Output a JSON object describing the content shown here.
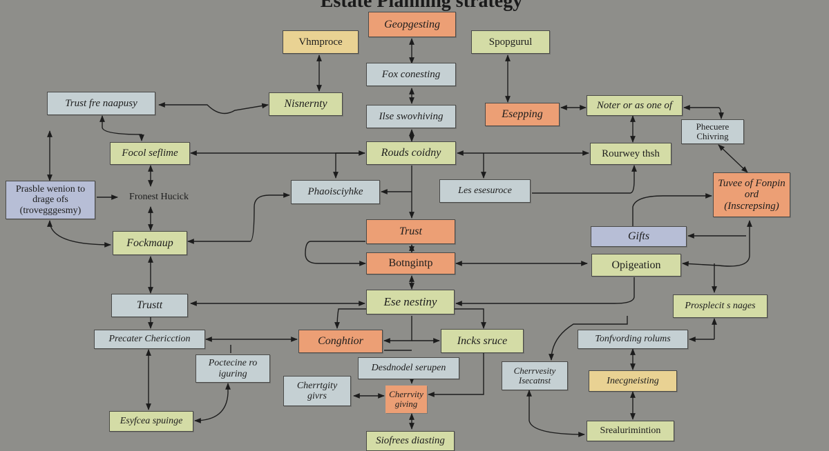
{
  "title": "Estate Planning strategy",
  "colors": {
    "background": "#8e8e8a",
    "green_box": "#d4dca6",
    "blue_box": "#c5d0d3",
    "orange_box": "#ec9f75",
    "yellow_box": "#e9d293",
    "lavender_box": "#b7bed6"
  },
  "nodes": {
    "geopgesting": "Geopgesting",
    "vhmproce": "Vhmproce",
    "spopgurul": "Spopgurul",
    "fox_conesting": "Fox conesting",
    "trust_fre": "Trust fre naapusy",
    "nisnernty": "Nisnernty",
    "ilse": "Ilse swovhiving",
    "esepping": "Esepping",
    "noter": "Noter or as one of",
    "phecuere": "Phecuere Chivring",
    "focol": "Focol seflime",
    "rouds": "Rouds coidny",
    "rourwey": "Rourwey thsh",
    "prasble": "Prasble wenion to drage ofs (trovegggesmy)",
    "fronest": "Fronest Hucick",
    "phaoisciyhke": "Phaoisciyhke",
    "les": "Les esesuroce",
    "tuvee": "Tuvee of Fonpin ord (Inscrepsing)",
    "trust_main": "Trust",
    "gifts": "Gifts",
    "fockmaup": "Fockmaup",
    "botngintp": "Botngintp",
    "opigeation": "Opigeation",
    "trustt": "Trustt",
    "ese_nestiny": "Ese nestiny",
    "prospleci": "Prosplecit s nages",
    "precater": "Precater Chericction",
    "conghtior": "Conghtior",
    "incks": "Incks sruce",
    "tonfvording": "Tonfvording rolums",
    "poctecine": "Poctecine ro iguring",
    "desdnodel": "Desdnodel serupen",
    "cherrvesity": "Cherrvesity Isecatnst",
    "inecgneisting": "Inecgneisting",
    "cherrtgity": "Cherrtgity givrs",
    "cherrvity": "Cherrvity giving",
    "esyfcea": "Esyfcea spuinge",
    "srealurimintion": "Srealurimintion",
    "siofrees": "Siofrees diasting"
  }
}
